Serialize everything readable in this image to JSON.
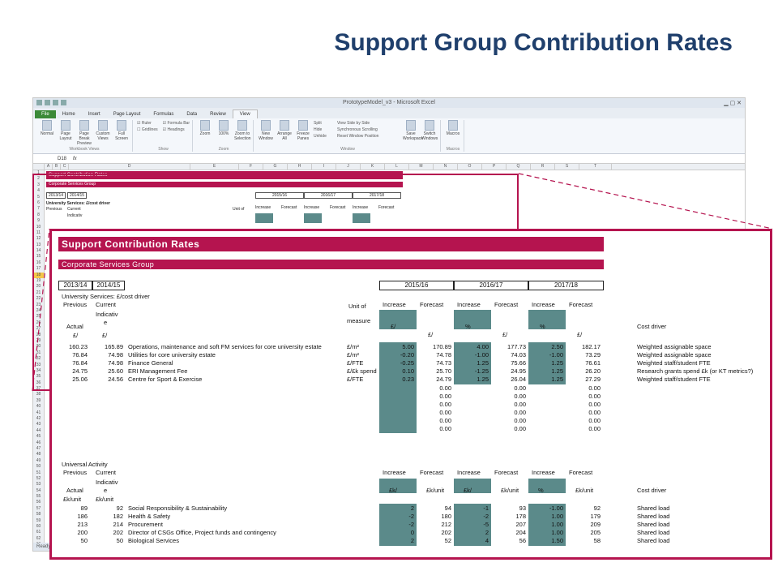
{
  "slide_title": "Support Group Contribution Rates",
  "excel": {
    "window_title": "PrototypeModel_v3 - Microsoft Excel",
    "tabs": [
      "File",
      "Home",
      "Insert",
      "Page Layout",
      "Formulas",
      "Data",
      "Review",
      "View"
    ],
    "active_tab": "View",
    "ribbon": {
      "workbook_views": {
        "label": "Workbook Views",
        "buttons": [
          "Normal",
          "Page Layout",
          "Page Break Preview",
          "Custom Views",
          "Full Screen"
        ]
      },
      "show": {
        "label": "Show",
        "checks": [
          "Ruler",
          "Gridlines",
          "Formula Bar",
          "Headings"
        ]
      },
      "zoom": {
        "label": "Zoom",
        "buttons": [
          "Zoom",
          "100%",
          "Zoom to Selection"
        ]
      },
      "window": {
        "label": "Window",
        "buttons": [
          "New Window",
          "Arrange All",
          "Freeze Panes"
        ],
        "small": [
          "Split",
          "Hide",
          "Unhide",
          "View Side by Side",
          "Synchronous Scrolling",
          "Reset Window Position"
        ],
        "extra": [
          "Save Workspace",
          "Switch Windows"
        ]
      },
      "macros": {
        "label": "Macros",
        "buttons": [
          "Macros"
        ]
      }
    },
    "name_box": "D18",
    "fx": "fx",
    "columns": [
      "A",
      "B",
      "C",
      "D",
      "E",
      "F",
      "G",
      "H",
      "I",
      "J",
      "K",
      "L",
      "M",
      "N",
      "O",
      "P",
      "Q",
      "R",
      "S",
      "T"
    ],
    "rows": [
      "1",
      "2",
      "3",
      "4",
      "5",
      "6",
      "7",
      "8",
      "9",
      "10",
      "11",
      "12",
      "13",
      "14",
      "15",
      "16",
      "17",
      "18",
      "19",
      "20",
      "21",
      "22",
      "23",
      "24",
      "25",
      "26",
      "27",
      "28",
      "29",
      "30",
      "31",
      "32",
      "33",
      "34",
      "35",
      "36",
      "37",
      "38",
      "39",
      "40",
      "41",
      "42",
      "43",
      "44",
      "45",
      "46",
      "47",
      "48",
      "49",
      "50",
      "51",
      "52",
      "53",
      "54",
      "55",
      "56",
      "57",
      "58",
      "59",
      "60",
      "61",
      "62",
      "63",
      "64",
      "65",
      "66",
      "67",
      "68",
      "69",
      "70",
      "71",
      "72"
    ],
    "selected_row": "18",
    "mini": {
      "title": "Support Contribution Rates",
      "subtitle": "Corporate Services Group",
      "years_left": [
        "2013/14",
        "2014/15"
      ],
      "years_right": [
        "2015/16",
        "2016/17",
        "2017/18"
      ],
      "row_label": "University Services: £/cost driver",
      "prev": "Previous",
      "current": "Current",
      "unit_of": "Unit of",
      "increase": "Increase",
      "forecast": "Forecast",
      "indicative": "Indicativ"
    },
    "status": "Ready"
  },
  "zoom": {
    "title": "Support Contribution Rates",
    "subtitle": "Corporate Services Group",
    "year_left_1": "2013/14",
    "year_left_2": "2014/15",
    "year_right": [
      "2015/16",
      "2016/17",
      "2017/18"
    ],
    "section1": {
      "heading": "University Services: £/cost driver",
      "prev": "Previous",
      "current": "Current",
      "indic1": "Indicativ",
      "indic2": "e",
      "actual": "Actual",
      "unit_of": "Unit of",
      "measure": "measure",
      "pound_1": "£/",
      "pound_2": "£/",
      "col_headers": [
        "Increase",
        "Forecast",
        "Increase",
        "Forecast",
        "Increase",
        "Forecast"
      ],
      "sub_headers": [
        "£/",
        "£/",
        "%",
        "£/",
        "%",
        "£/"
      ],
      "cost_driver": "Cost driver",
      "rows": [
        {
          "prev": "160.23",
          "cur": "165.89",
          "desc": "Operations, maintenance and soft FM services for core university estate",
          "unit": "£/m²",
          "v": [
            "5.00",
            "170.89",
            "4.00",
            "177.73",
            "2.50",
            "182.17"
          ],
          "driver": "Weighted assignable space"
        },
        {
          "prev": "76.84",
          "cur": "74.98",
          "desc": "Utilities for core university estate",
          "unit": "£/m²",
          "v": [
            "-0.20",
            "74.78",
            "-1.00",
            "74.03",
            "-1.00",
            "73.29"
          ],
          "driver": "Weighted assignable space"
        },
        {
          "prev": "76.84",
          "cur": "74.98",
          "desc": "Finance General",
          "unit": "£/FTE",
          "v": [
            "-0.25",
            "74.73",
            "1.25",
            "75.66",
            "1.25",
            "76.61"
          ],
          "driver": "Weighted staff/student FTE"
        },
        {
          "prev": "24.75",
          "cur": "25.60",
          "desc": "ERI Management Fee",
          "unit": "£/£k spend",
          "v": [
            "0.10",
            "25.70",
            "-1.25",
            "24.95",
            "1.25",
            "26.20"
          ],
          "driver": "Research grants spend £k (or KT metrics?)"
        },
        {
          "prev": "25.06",
          "cur": "24.56",
          "desc": "Centre for Sport & Exercise",
          "unit": "£/FTE",
          "v": [
            "0.23",
            "24.79",
            "1.25",
            "26.04",
            "1.25",
            "27.29"
          ],
          "driver": "Weighted staff/student FTE"
        }
      ],
      "zero_rows": 6,
      "zero": "0.00"
    },
    "section2": {
      "heading": "Universal Activity",
      "prev": "Previous",
      "current": "Current",
      "indic1": "Indicativ",
      "indic2": "e",
      "actual": "Actual",
      "unit_1": "£k/unit",
      "unit_2": "£k/unit",
      "col_headers": [
        "Increase",
        "Forecast",
        "Increase",
        "Forecast",
        "Increase",
        "Forecast"
      ],
      "sub_headers": [
        "£k/",
        "£k/unit",
        "£k/",
        "£k/unit",
        "%",
        "£k/unit"
      ],
      "cost_driver": "Cost driver",
      "rows": [
        {
          "prev": "89",
          "cur": "92",
          "desc": "Social Responsibility & Sustainability",
          "v": [
            "2",
            "94",
            "-1",
            "93",
            "-1.00",
            "92"
          ],
          "driver": "Shared load"
        },
        {
          "prev": "186",
          "cur": "182",
          "desc": "Health & Safety",
          "v": [
            "-2",
            "180",
            "-2",
            "178",
            "1.00",
            "179"
          ],
          "driver": "Shared load"
        },
        {
          "prev": "213",
          "cur": "214",
          "desc": "Procurement",
          "v": [
            "-2",
            "212",
            "-5",
            "207",
            "1.00",
            "209"
          ],
          "driver": "Shared load"
        },
        {
          "prev": "200",
          "cur": "202",
          "desc": "Director of CSGs Office, Project funds and contingency",
          "v": [
            "0",
            "202",
            "2",
            "204",
            "1.00",
            "205"
          ],
          "driver": "Shared load"
        },
        {
          "prev": "50",
          "cur": "50",
          "desc": "Biological Services",
          "v": [
            "2",
            "52",
            "4",
            "56",
            "1.50",
            "58"
          ],
          "driver": "Shared load"
        }
      ]
    }
  }
}
